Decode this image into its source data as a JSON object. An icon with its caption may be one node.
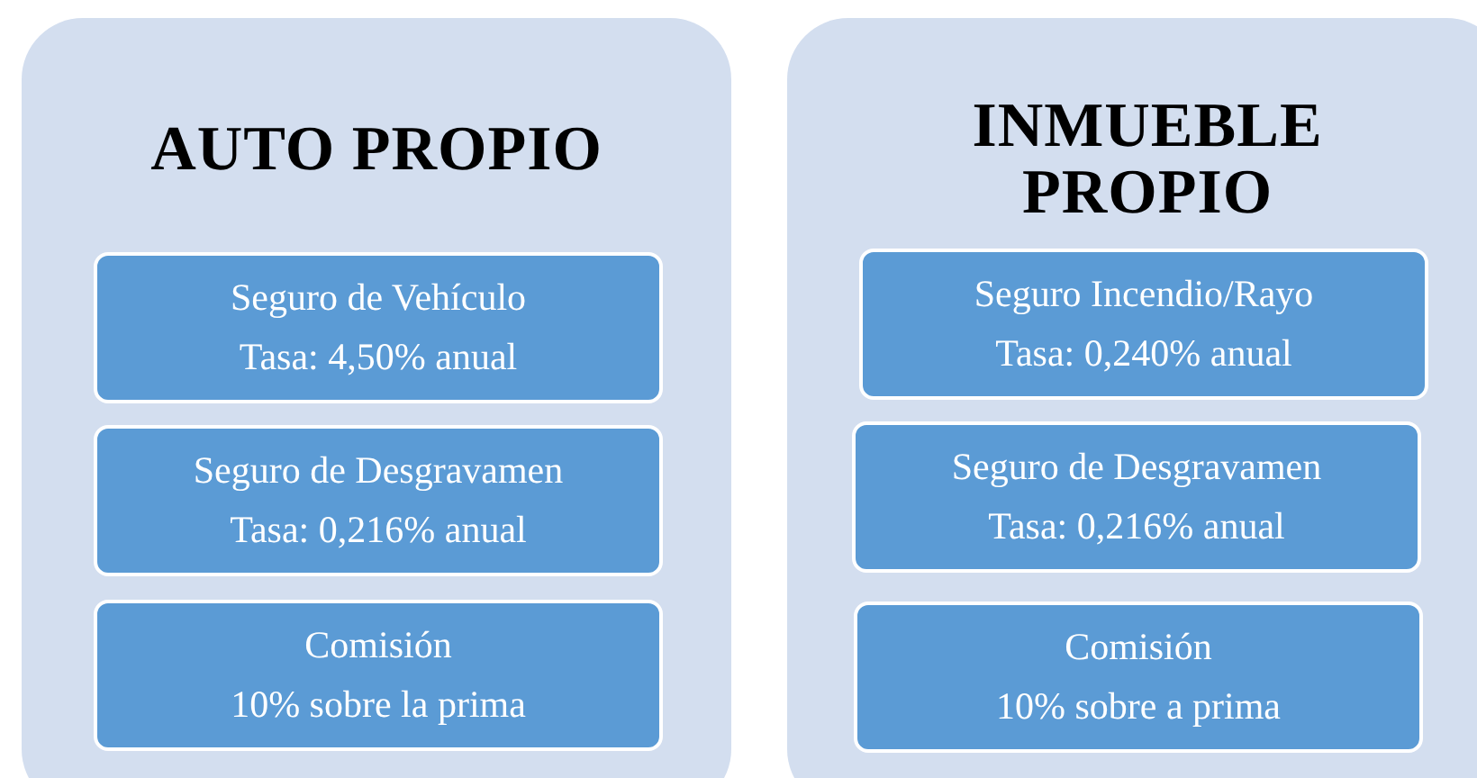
{
  "diagram": {
    "nodes": [
      {
        "text": [
          "AUTO PROPIO"
        ]
      },
      {
        "text": [
          "Seguro de Vehículo",
          "Tasa: 4,50% anual"
        ],
        "in": 0
      },
      {
        "text": [
          "Seguro de Desgravamen",
          "Tasa: 0,216% anual"
        ],
        "in": 0
      },
      {
        "text": [
          "Comisión",
          "10% sobre la prima"
        ],
        "in": 0
      },
      {
        "text": [
          "INMUEBLE PROPIO"
        ]
      },
      {
        "text": [
          "Seguro Incendio/Rayo",
          "Tasa: 0,240% anual"
        ],
        "in": 4
      },
      {
        "text": [
          "Seguro de Desgravamen",
          "Tasa: 0,216% anual"
        ],
        "in": 4
      },
      {
        "text": [
          "Comisión",
          "10% sobre a prima"
        ],
        "in": 4
      }
    ]
  }
}
